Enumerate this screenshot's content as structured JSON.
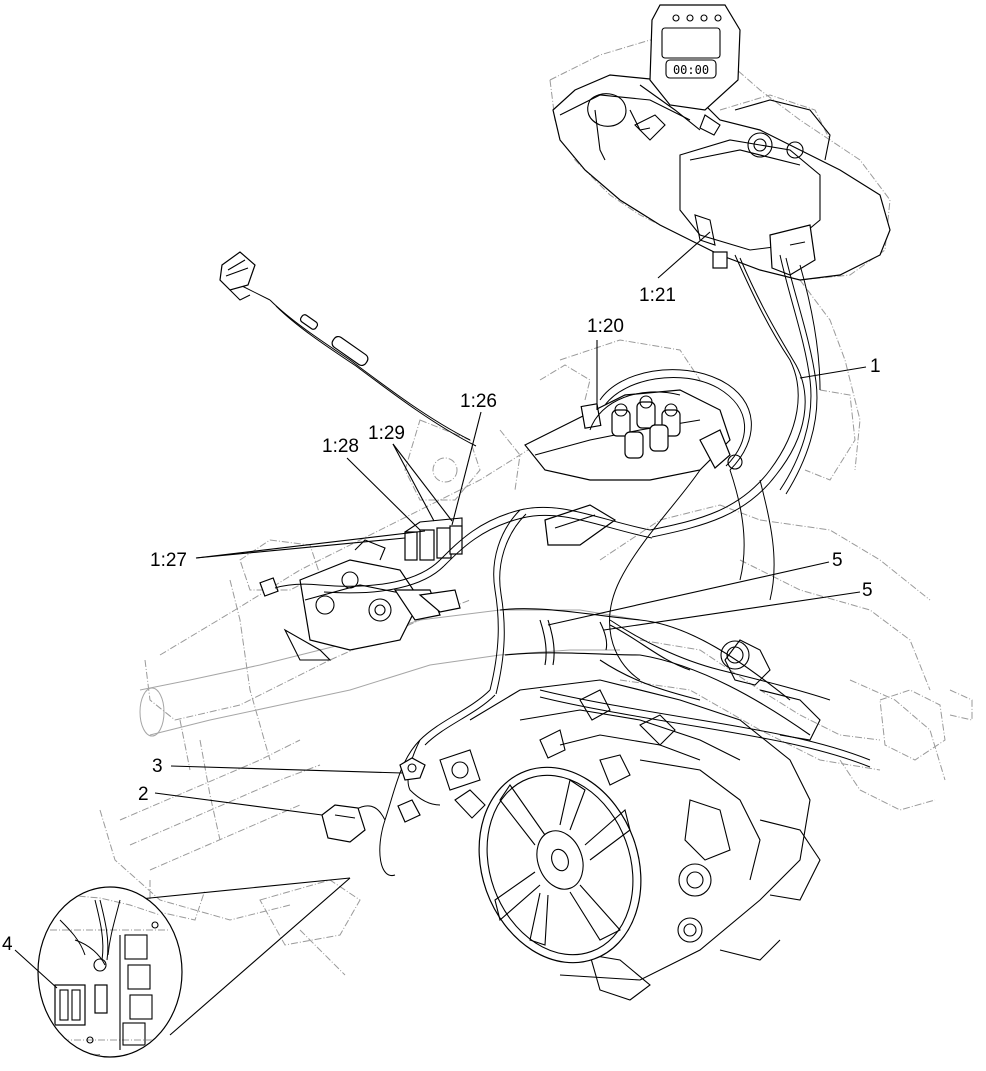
{
  "figure": {
    "callouts": [
      {
        "id": "c1",
        "text": "1"
      },
      {
        "id": "c2",
        "text": "2"
      },
      {
        "id": "c3",
        "text": "3"
      },
      {
        "id": "c4",
        "text": "4"
      },
      {
        "id": "c5a",
        "text": "5"
      },
      {
        "id": "c5b",
        "text": "5"
      },
      {
        "id": "c120",
        "text": "1:20"
      },
      {
        "id": "c121",
        "text": "1:21"
      },
      {
        "id": "c126",
        "text": "1:26"
      },
      {
        "id": "c127",
        "text": "1:27"
      },
      {
        "id": "c128",
        "text": "1:28"
      },
      {
        "id": "c129",
        "text": "1:29"
      }
    ],
    "display_readout": "00:00"
  }
}
